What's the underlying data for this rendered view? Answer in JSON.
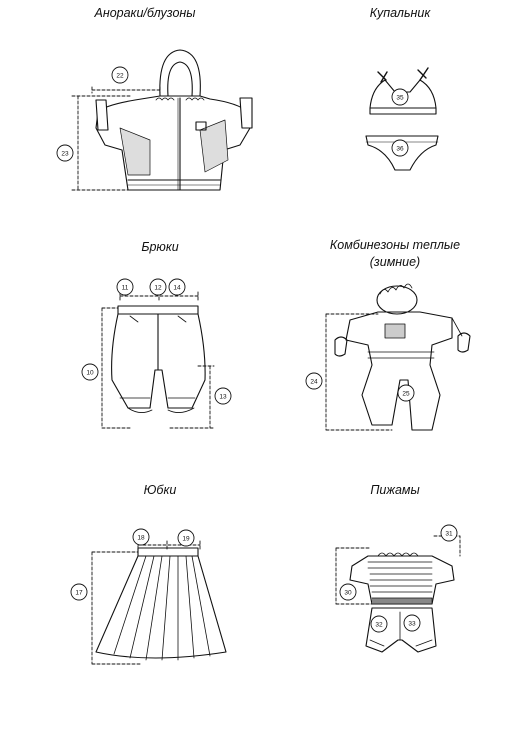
{
  "titles": {
    "anoraks": "Анораки/блузоны",
    "swimsuit": "Купальник",
    "trousers": "Брюки",
    "overalls_line1": "Комбинезоны теплые",
    "overalls_line2": "(зимние)",
    "skirts": "Юбки",
    "pajamas": "Пижамы"
  },
  "markers": {
    "m22": "22",
    "m23": "23",
    "m35": "35",
    "m36": "36",
    "m11": "11",
    "m12": "12",
    "m14": "14",
    "m10": "10",
    "m13": "13",
    "m24": "24",
    "m25": "25",
    "m18": "18",
    "m19": "19",
    "m17": "17",
    "m31": "31",
    "m30": "30",
    "m32": "32",
    "m33": "33"
  }
}
